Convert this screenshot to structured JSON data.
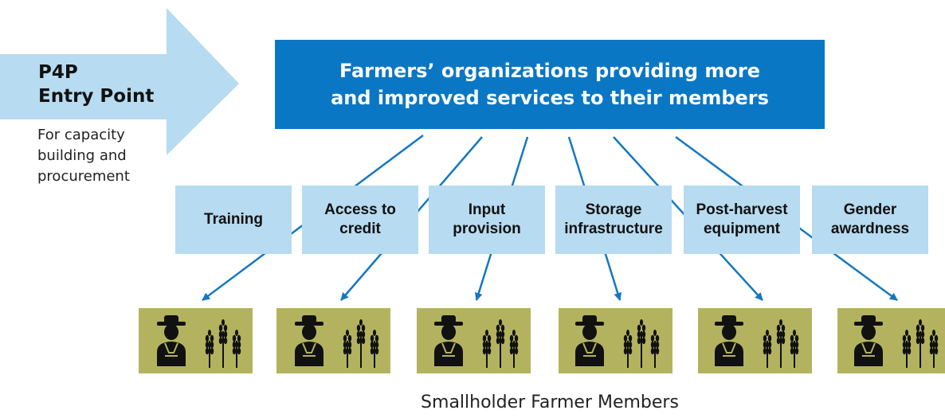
{
  "entry_point": {
    "title_line1": "P4P",
    "title_line2": "Entry Point",
    "subtitle_line1": "For capacity",
    "subtitle_line2": "building and",
    "subtitle_line3": "procurement"
  },
  "main_box": {
    "line1": "Farmers’ organizations providing more",
    "line2": "and improved services to their members"
  },
  "services": [
    {
      "line1": "Training",
      "line2": ""
    },
    {
      "line1": "Access to",
      "line2": "credit"
    },
    {
      "line1": "Input",
      "line2": "provision"
    },
    {
      "line1": "Storage",
      "line2": "infrastructure"
    },
    {
      "line1": "Post-harvest",
      "line2": "equipment"
    },
    {
      "line1": "Gender",
      "line2": "awardness"
    }
  ],
  "farmer_icon": "farmer-with-wheat-icon",
  "caption": "Smallholder Farmer Members",
  "colors": {
    "arrow": "#b7dbf0",
    "main_box": "#0a77c4",
    "service_box": "#b7dbf0",
    "connector": "#1478c0",
    "farmer_box": "#b3b35f",
    "farmer_glyph": "#111111"
  }
}
